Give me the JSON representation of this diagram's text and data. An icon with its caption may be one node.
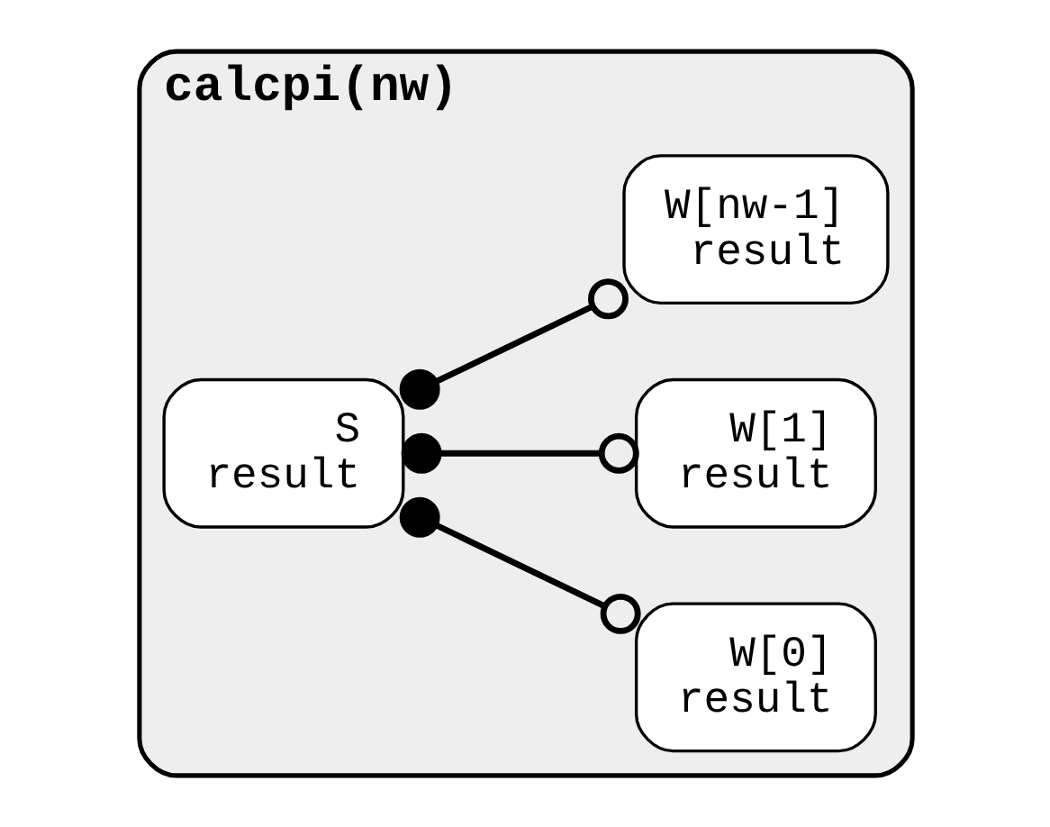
{
  "diagram": {
    "nodes": [
      {
        "text": [
          "calcpi(nw)"
        ]
      },
      {
        "text": [
          "S",
          "result"
        ],
        "in": 0
      },
      {
        "text": [
          "W[0]",
          "result"
        ],
        "in": 0
      },
      {
        "text": [
          "W[1]",
          "result"
        ],
        "in": 0
      },
      {
        "text": [
          "W[nw-1]",
          "result"
        ],
        "in": 0
      }
    ],
    "edges": [
      {
        "from": 1,
        "to": 2,
        "arrow": "other"
      },
      {
        "from": 1,
        "to": 3,
        "arrow": "other"
      },
      {
        "from": 1,
        "to": 4,
        "arrow": "other"
      }
    ]
  }
}
